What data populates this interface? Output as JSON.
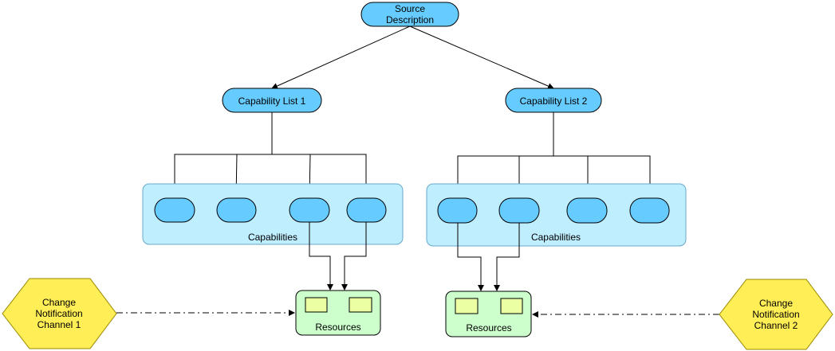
{
  "colors": {
    "node_fill": "#66ccff",
    "node_stroke": "#000000",
    "group_fill": "#bfeeff",
    "group_stroke": "#6aa8c8",
    "resources_fill": "#ccffcc",
    "resources_stroke": "#000000",
    "resource_item_fill": "#ebffa3",
    "channel_fill": "#ffee55",
    "channel_stroke": "#998800",
    "edge": "#000000"
  },
  "source": {
    "label_line1": "Source",
    "label_line2": "Description"
  },
  "capability_lists": [
    {
      "label": "Capability List 1"
    },
    {
      "label": "Capability List 2"
    }
  ],
  "capability_groups": [
    {
      "label": "Capabilities",
      "capability_count": 4
    },
    {
      "label": "Capabilities",
      "capability_count": 4
    }
  ],
  "resource_groups": [
    {
      "label": "Resources",
      "item_count": 2
    },
    {
      "label": "Resources",
      "item_count": 2
    }
  ],
  "channels": [
    {
      "line1": "Change",
      "line2": "Notification",
      "line3": "Channel 1"
    },
    {
      "line1": "Change",
      "line2": "Notification",
      "line3": "Channel 2"
    }
  ],
  "edge_style": {
    "channel_link": "dash-dot"
  }
}
